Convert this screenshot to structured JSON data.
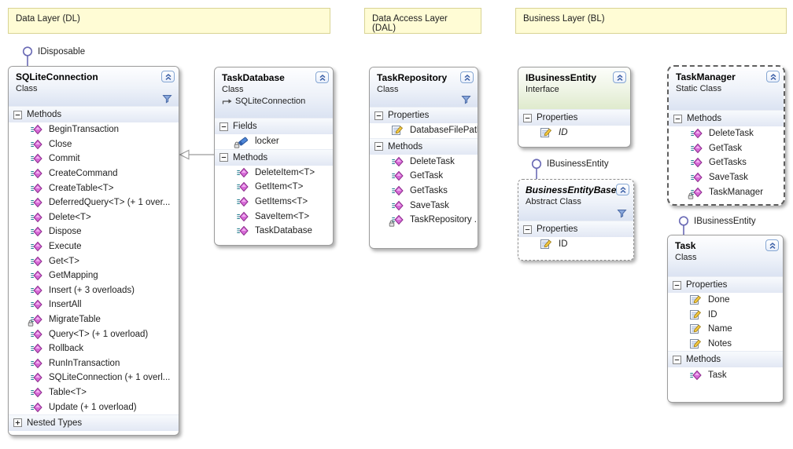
{
  "comments": {
    "dl": "Data Layer (DL)",
    "dal": "Data Access Layer (DAL)",
    "bl": "Business Layer (BL)"
  },
  "sqlite": {
    "title": "SQLiteConnection",
    "stereotype": "Class",
    "lollipop": "IDisposable",
    "methods_label": "Methods",
    "nested_label": "Nested Types",
    "methods": [
      "BeginTransaction",
      "Close",
      "Commit",
      "CreateCommand",
      "CreateTable<T>",
      "DeferredQuery<T> (+ 1 over...",
      "Delete<T>",
      "Dispose",
      "Execute",
      "Get<T>",
      "GetMapping",
      "Insert (+ 3 overloads)",
      "InsertAll",
      "MigrateTable",
      "Query<T> (+ 1 overload)",
      "Rollback",
      "RunInTransaction",
      "SQLiteConnection (+ 1 overl...",
      "Table<T>",
      "Update (+ 1 overload)"
    ]
  },
  "taskdatabase": {
    "title": "TaskDatabase",
    "stereotype": "Class",
    "inherits": "SQLiteConnection",
    "fields_label": "Fields",
    "methods_label": "Methods",
    "fields": [
      "locker"
    ],
    "methods": [
      "DeleteItem<T>",
      "GetItem<T>",
      "GetItems<T>",
      "SaveItem<T>",
      "TaskDatabase"
    ]
  },
  "taskrepository": {
    "title": "TaskRepository",
    "stereotype": "Class",
    "properties_label": "Properties",
    "methods_label": "Methods",
    "properties": [
      "DatabaseFilePath"
    ],
    "methods": [
      "DeleteTask",
      "GetTask",
      "GetTasks",
      "SaveTask",
      "TaskRepository ..."
    ]
  },
  "ibusinessentity": {
    "title": "IBusinessEntity",
    "stereotype": "Interface",
    "properties_label": "Properties",
    "properties": [
      "ID"
    ]
  },
  "businessentitybase": {
    "title": "BusinessEntityBase",
    "stereotype": "Abstract Class",
    "lollipop": "IBusinessEntity",
    "properties_label": "Properties",
    "properties": [
      "ID"
    ]
  },
  "taskmanager": {
    "title": "TaskManager",
    "stereotype": "Static Class",
    "methods_label": "Methods",
    "methods": [
      "DeleteTask",
      "GetTask",
      "GetTasks",
      "SaveTask",
      "TaskManager"
    ]
  },
  "task": {
    "title": "Task",
    "stereotype": "Class",
    "lollipop": "IBusinessEntity",
    "properties_label": "Properties",
    "methods_label": "Methods",
    "properties": [
      "Done",
      "ID",
      "Name",
      "Notes"
    ],
    "methods": [
      "Task"
    ]
  },
  "icons": {
    "method": "magenta-diamond-with-motion-lines",
    "private_badge": "lock",
    "field": "blue-brick",
    "property": "document-with-yellow-hand",
    "collapse": "double-chevron-up-button",
    "filter": "funnel",
    "expander_expanded": "minus-box",
    "expander_collapsed": "plus-box",
    "interface_lollipop": "circle-on-stem",
    "inherits": "right-arrow",
    "inheritance_edge": "hollow-triangle-arrow"
  },
  "colors": {
    "comment_bg": "#FFFCD5",
    "comment_border": "#D8D393",
    "class_header_bottom": "#DBE3F2",
    "interface_header_bottom": "#DFEACD",
    "section_band": "#E2E8F4",
    "box_border": "#9C9C9C",
    "method_icon": "#D76BD7",
    "field_icon": "#4F86D8",
    "property_hand": "#F3C73F",
    "lollipop": "#6A6AB5",
    "chevron_blue": "#3F62A8"
  }
}
